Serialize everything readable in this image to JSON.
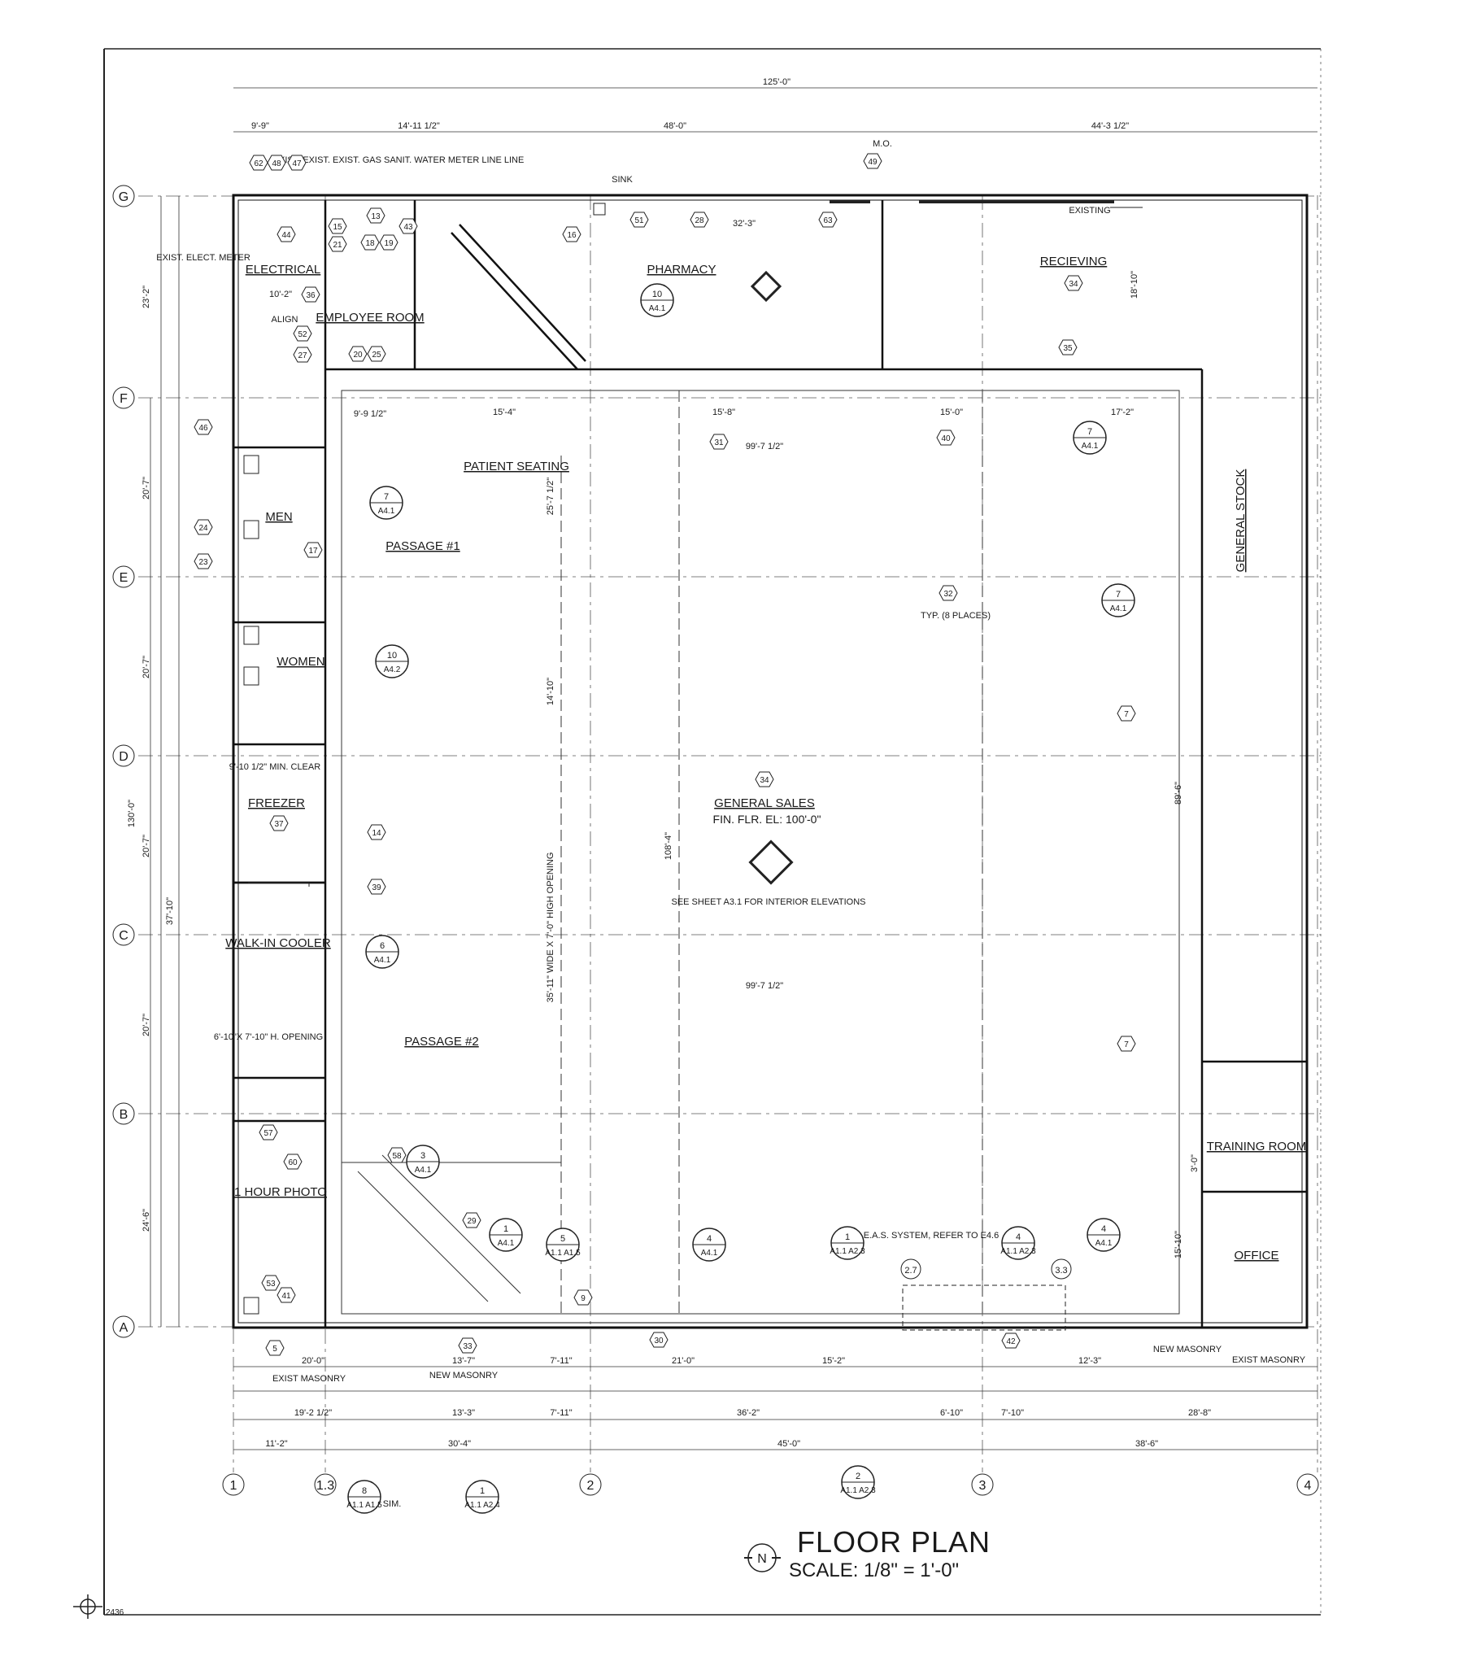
{
  "title": {
    "name": "FLOOR PLAN",
    "scale": "SCALE: 1/8\" = 1'-0\"",
    "north_label": "N"
  },
  "sheet_corner": "2436",
  "rooms": [
    {
      "id": "electrical",
      "label": "ELECTRICAL"
    },
    {
      "id": "employee",
      "label": "EMPLOYEE ROOM"
    },
    {
      "id": "pharmacy",
      "label": "PHARMACY"
    },
    {
      "id": "receiving",
      "label": "RECIEVING"
    },
    {
      "id": "men",
      "label": "MEN"
    },
    {
      "id": "women",
      "label": "WOMEN"
    },
    {
      "id": "freezer",
      "label": "FREEZER"
    },
    {
      "id": "cooler",
      "label": "WALK-IN COOLER"
    },
    {
      "id": "general-sales",
      "label": "GENERAL SALES"
    },
    {
      "id": "general-stock",
      "label": "GENERAL STOCK"
    },
    {
      "id": "training",
      "label": "TRAINING ROOM"
    },
    {
      "id": "office",
      "label": "OFFICE"
    },
    {
      "id": "photo",
      "label": "1 HOUR PHOTO"
    }
  ],
  "notes": {
    "patient_seating": "PATIENT SEATING",
    "passage1": "PASSAGE #1",
    "passage2": "PASSAGE #2",
    "floor_elev": "FIN. FLR. EL: 100'-0\"",
    "see_sheet": "SEE SHEET A3.1 FOR INTERIOR ELEVATIONS",
    "typ": "TYP. (8 PLACES)",
    "eas": "E.A.S. SYSTEM, REFER TO E4.6",
    "high_opening": "35'-11\" WIDE X 7'-0\" HIGH OPENING",
    "exist_masonry": "EXIST MASONRY",
    "new_masonry": "NEW MASONRY",
    "exist_meter": "EXIST. ELECT. METER",
    "existing": "EXISTING",
    "exist_lines": "EXIST. EXIST. EXIST. GAS SANIT. WATER METER LINE LINE",
    "sink": "SINK",
    "min_clear": "9'-10 1/2\" MIN. CLEAR",
    "opening": "6'-10\"X 7'-10\" H. OPENING",
    "mo": "M.O.",
    "align": "ALIGN",
    "sim": "SIM."
  },
  "grid": {
    "rows": [
      "G",
      "F",
      "E",
      "D",
      "C",
      "B",
      "A"
    ],
    "cols": [
      "1",
      "1.3",
      "2",
      "3",
      "4"
    ],
    "extra": [
      "2.7",
      "3.3"
    ]
  },
  "dims": {
    "overall_width": "125'-0\"",
    "overall_depth": "130'-0\"",
    "top_a": "48'-0\"",
    "top_b": "44'-3 1/2\"",
    "interior_w": "99'-7 1/2\"",
    "interior_w2": "99'-7 1/2\"",
    "interior_d": "108'-4\"",
    "depth_r": "89'-6\"",
    "bot_a": "11'-2\"",
    "bot_b": "30'-4\"",
    "bot_c": "45'-0\"",
    "bot_d": "38'-6\"",
    "row_2": "20'-0\"",
    "row_2b": "13'-7\"",
    "row_2c": "7'-11\"",
    "row_2d": "21'-0\"",
    "row_2e": "15'-2\"",
    "row_2f": "12'-3\"",
    "row_3a": "19'-2 1/2\"",
    "row_3b": "13'-3\"",
    "row_3c": "7'-11\"",
    "row_3d": "36'-2\"",
    "row_3e": "6'-10\"",
    "row_3f": "7'-10\"",
    "row_3g": "28'-8\"",
    "left_1": "23'-2\"",
    "left_2": "20'-7\"",
    "left_3": "20'-7\"",
    "left_4": "20'-7\"",
    "left_5": "20'-7\"",
    "left_6": "24'-6\"",
    "left_7": "37'-10\"",
    "pharm_w": "32'-3\"",
    "recv_d": "18'-10\"",
    "seat_d": "25'-7 1/2\"",
    "pass_d": "14'-10\"",
    "opn_w": "15'-4\"",
    "opn_w2": "15'-8\"",
    "opn_w3": "15'-0\"",
    "opn_w4": "17'-2\"",
    "vd": "9'-9 1/2\"",
    "exist_w": "9'-9\"",
    "exist_w2": "14'-11 1/2\"",
    "gs_d": "3'-0\"",
    "bd_w": "10'-2\"",
    "typ_mark": "15'-10\""
  },
  "markers": {
    "sec_7a": [
      "7",
      "A4.1"
    ],
    "sec_10a": [
      "10",
      "A4.1"
    ],
    "sec_7b": [
      "7",
      "A4.1"
    ],
    "sec_7c": [
      "7",
      "A4.1"
    ],
    "sec_10b": [
      "10",
      "A4.2"
    ],
    "sec_6": [
      "6",
      "A4.1"
    ],
    "sec_3": [
      "3",
      "A4.1"
    ],
    "sec_1a": [
      "1",
      "A4.1"
    ],
    "sec_5a": [
      "5",
      "A1.1 A1.5"
    ],
    "sec_4a": [
      "4",
      "A4.1"
    ],
    "sec_1b": [
      "1",
      "A1.1 A2.3"
    ],
    "sec_4b": [
      "4",
      "A1.1 A2.3"
    ],
    "sec_4c": [
      "4",
      "A4.1"
    ],
    "sec_8": [
      "8",
      "A1.1 A1.5"
    ],
    "sec_1c": [
      "1",
      "A1.1 A2.4"
    ],
    "sec_2": [
      "2",
      "A1.1 A2.3"
    ]
  },
  "keynotes": [
    "62",
    "48",
    "47",
    "44",
    "52",
    "27",
    "46",
    "24",
    "23",
    "15",
    "21",
    "18",
    "19",
    "13",
    "43",
    "16",
    "51",
    "28",
    "63",
    "49",
    "35",
    "40",
    "31",
    "30",
    "33",
    "29",
    "58",
    "57",
    "60",
    "53",
    "41",
    "39",
    "37",
    "14",
    "9",
    "5",
    "42",
    "34",
    "32",
    "7",
    "17",
    "20",
    "25",
    "36"
  ]
}
